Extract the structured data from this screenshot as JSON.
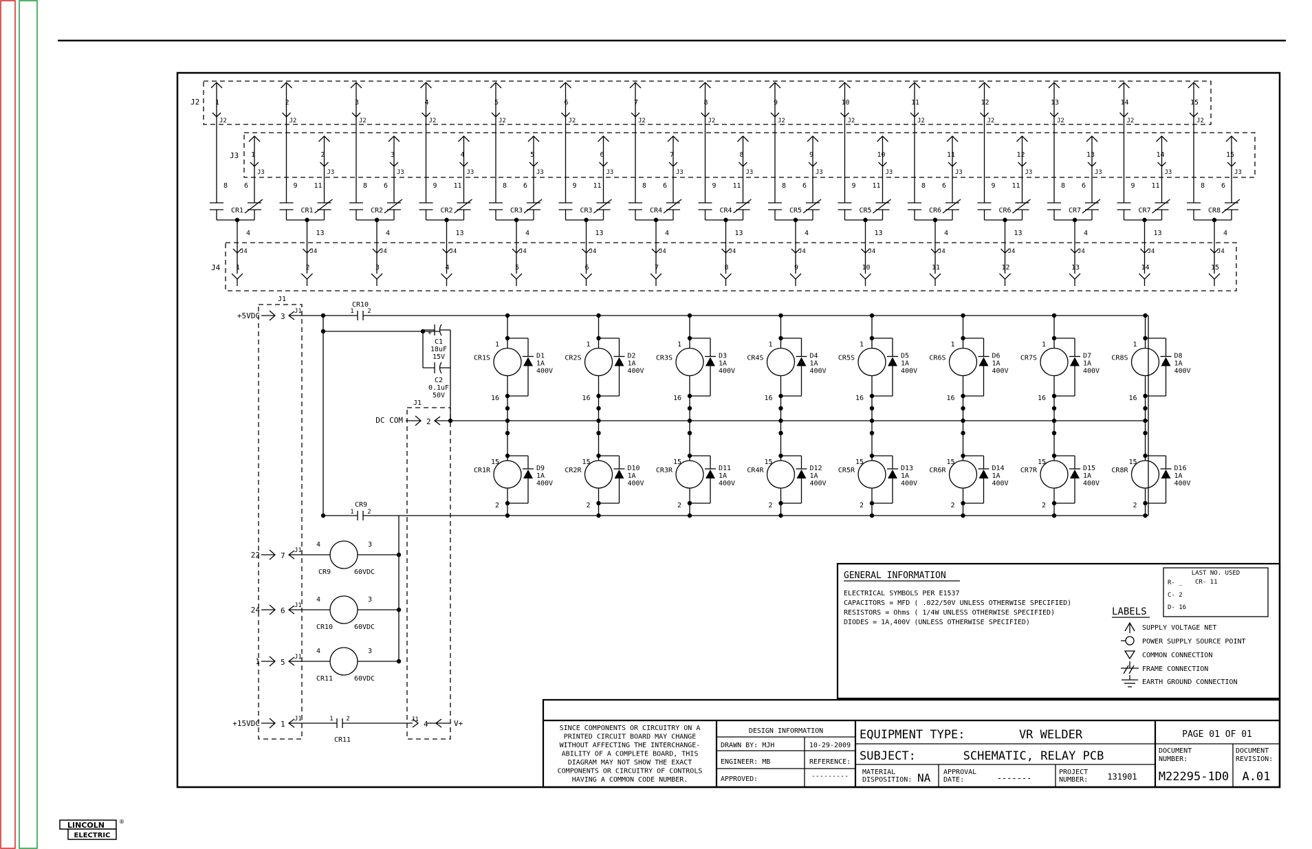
{
  "side_marks": {
    "red": "#d42020",
    "green": "#1c9a3a"
  },
  "logo": {
    "line1": "LINCOLN",
    "reg": "®",
    "line2": "ELECTRIC"
  },
  "connectors": {
    "j1": "J1",
    "j2": "J2",
    "j3": "J3",
    "j4": "J4"
  },
  "relay_contacts": [
    "CR1",
    "CR1",
    "CR2",
    "CR2",
    "CR3",
    "CR3",
    "CR4",
    "CR4",
    "CR5",
    "CR5",
    "CR6",
    "CR6",
    "CR7",
    "CR7",
    "CR8"
  ],
  "pins_j2": [
    "1",
    "2",
    "3",
    "4",
    "5",
    "6",
    "7",
    "8",
    "9",
    "10",
    "11",
    "12",
    "13",
    "14",
    "15"
  ],
  "pins_j3": [
    "1",
    "2",
    "3",
    "4",
    "5",
    "6",
    "7",
    "8",
    "9",
    "10",
    "11",
    "12",
    "13",
    "14",
    "15"
  ],
  "pins_j4": [
    "1",
    "2",
    "3",
    "4",
    "5",
    "6",
    "7",
    "8",
    "9",
    "10",
    "11",
    "12",
    "13",
    "14",
    "15"
  ],
  "contact_left_pins": [
    "8",
    "9",
    "8",
    "9",
    "8",
    "9",
    "8",
    "9",
    "8",
    "9",
    "8",
    "9",
    "8",
    "9",
    "8"
  ],
  "contact_right_pins": [
    "6",
    "11",
    "6",
    "11",
    "6",
    "11",
    "6",
    "11",
    "6",
    "11",
    "6",
    "11",
    "6",
    "11",
    "6"
  ],
  "common_pins": [
    "4",
    "13",
    "4",
    "13",
    "4",
    "13",
    "4",
    "13",
    "4",
    "13",
    "4",
    "13",
    "4",
    "13",
    "4"
  ],
  "power": {
    "v5": "+5VDC",
    "v5_pin": "3",
    "dccom": "DC COM",
    "dccom_pin": "2",
    "v15": "+15VDC",
    "v15_pin": "1",
    "vplus": "V+",
    "vplus_pin": "4",
    "cr10": "CR10",
    "cr9": "CR9",
    "cr11": "CR11",
    "c1": [
      "+",
      "C1",
      "18uF",
      "15V"
    ],
    "c2": [
      "C2",
      "0.1uF",
      "50V"
    ]
  },
  "coils_top": [
    {
      "name": "CR1S",
      "diode": "D1"
    },
    {
      "name": "CR2S",
      "diode": "D2"
    },
    {
      "name": "CR3S",
      "diode": "D3"
    },
    {
      "name": "CR4S",
      "diode": "D4"
    },
    {
      "name": "CR5S",
      "diode": "D5"
    },
    {
      "name": "CR6S",
      "diode": "D6"
    },
    {
      "name": "CR7S",
      "diode": "D7"
    },
    {
      "name": "CR8S",
      "diode": "D8"
    }
  ],
  "coils_bottom": [
    {
      "name": "CR1R",
      "diode": "D9"
    },
    {
      "name": "CR2R",
      "diode": "D10"
    },
    {
      "name": "CR3R",
      "diode": "D11"
    },
    {
      "name": "CR4R",
      "diode": "D12"
    },
    {
      "name": "CR5R",
      "diode": "D13"
    },
    {
      "name": "CR6R",
      "diode": "D14"
    },
    {
      "name": "CR7R",
      "diode": "D15"
    },
    {
      "name": "CR8R",
      "diode": "D16"
    }
  ],
  "coil_pins": {
    "top_a": "1",
    "top_b": "16",
    "bot_a": "15",
    "bot_b": "2"
  },
  "diode_rating": [
    "1A",
    "400V"
  ],
  "relays_60v": [
    {
      "wire": "22",
      "pin": "7",
      "name": "CR9",
      "volt": "60VDC"
    },
    {
      "wire": "24",
      "pin": "6",
      "name": "CR10",
      "volt": "60VDC"
    },
    {
      "wire": "1",
      "pin": "5",
      "name": "CR11",
      "volt": "60VDC"
    }
  ],
  "relay_pin_labels": {
    "left": "4",
    "right": "3"
  },
  "cap_pins": {
    "a": "1",
    "b": "2"
  },
  "general_info": {
    "title": "GENERAL INFORMATION",
    "lines": [
      "ELECTRICAL SYMBOLS PER E1537",
      "CAPACITORS =   MFD ( .022/50V  UNLESS OTHERWISE SPECIFIED)",
      "RESISTORS = Ohms (   1/4W   UNLESS OTHERWISE SPECIFIED)",
      "DIODES =    1A,400V   (UNLESS OTHERWISE SPECIFIED)"
    ],
    "last_used_title": "LAST NO. USED",
    "last_used": [
      "R- _",
      "CR- 11",
      "C- 2",
      "D- 16"
    ]
  },
  "labels_legend": {
    "title": "LABELS",
    "items": [
      "SUPPLY VOLTAGE NET",
      "POWER SUPPLY SOURCE POINT",
      "COMMON CONNECTION",
      "FRAME CONNECTION",
      "EARTH GROUND CONNECTION"
    ]
  },
  "title_block": {
    "disclaimer": [
      "SINCE COMPONENTS OR CIRCUITRY ON A",
      "PRINTED CIRCUIT BOARD MAY CHANGE",
      "WITHOUT AFFECTING THE INTERCHANGE-",
      "ABILITY OF A COMPLETE BOARD, THIS",
      "DIAGRAM MAY NOT SHOW THE EXACT",
      "COMPONENTS OR CIRCUITRY OF CONTROLS",
      "HAVING A COMMON CODE NUMBER."
    ],
    "design_info": "DESIGN INFORMATION",
    "drawn_by": "DRAWN BY: MJH",
    "date": "10-29-2009",
    "engineer": "ENGINEER:  MB",
    "reference": "REFERENCE:",
    "ref_value": "---------",
    "approved": "APPROVED:",
    "equipment_type_label": "EQUIPMENT TYPE:",
    "equipment_type": "VR WELDER",
    "subject_label": "SUBJECT:",
    "subject": "SCHEMATIC, RELAY PCB",
    "material_disp": [
      "MATERIAL",
      "DISPOSITION:"
    ],
    "material_value": "NA",
    "approval_date": [
      "APPROVAL",
      "DATE:"
    ],
    "approval_value": "-------",
    "project_number": [
      "PROJECT",
      "NUMBER:"
    ],
    "project_value": "131901",
    "page": "PAGE 01 OF 01",
    "document_number": [
      "DOCUMENT",
      "NUMBER:"
    ],
    "doc_value": "M22295-1D0",
    "document_revision": [
      "DOCUMENT",
      "REVISION:"
    ],
    "rev_value": "A.01"
  }
}
